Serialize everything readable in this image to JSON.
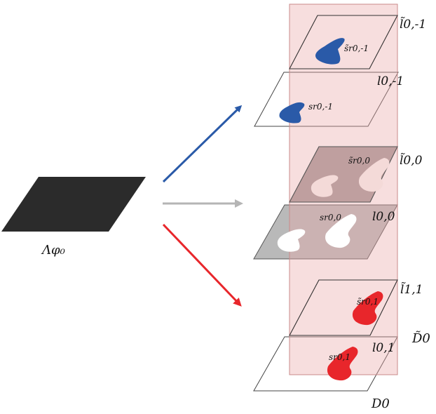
{
  "source_label": "Λφ₀",
  "colors": {
    "blue": "#2a5aa8",
    "gray": "#b5b5b5",
    "red": "#e8262b",
    "band_fill": "#f2d2d2",
    "band_stroke": "#d9a3a3",
    "source_fill": "#2b2b2b",
    "gray_plane": "#b9b9b9",
    "dark_gray_plane": "#a59a9a"
  },
  "planes": [
    {
      "id": "ltilde-0-m1",
      "label": "l̃0,-1",
      "shape_label": "s̃r0,-1",
      "shape_color": "blue"
    },
    {
      "id": "l-0-m1",
      "label": "l0,-1",
      "shape_label": "sr0,-1",
      "shape_color": "blue"
    },
    {
      "id": "ltilde-0-0",
      "label": "l̃0,0",
      "shape_label": "s̃r0,0",
      "shape_color": "pale"
    },
    {
      "id": "l-0-0",
      "label": "l0,0",
      "shape_label": "sr0,0",
      "shape_color": "white"
    },
    {
      "id": "ltilde-1-1",
      "label": "l̃1,1",
      "shape_label": "s̃r0,1",
      "shape_color": "red"
    },
    {
      "id": "l-0-1",
      "label": "l0,1",
      "shape_label": "sr0,1",
      "shape_color": "red"
    }
  ],
  "region_labels": {
    "d_tilde": "D̃0",
    "d": "D0"
  }
}
